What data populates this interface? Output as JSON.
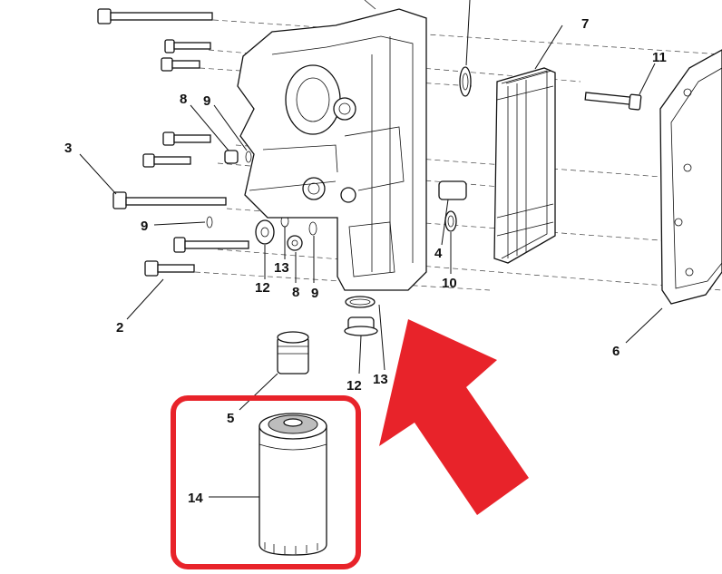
{
  "callouts": {
    "c2": "2",
    "c3": "3",
    "c4": "4",
    "c5": "5",
    "c6": "6",
    "c7": "7",
    "c8a": "8",
    "c8b": "8",
    "c9a": "9",
    "c9b": "9",
    "c9c": "9",
    "c10": "10",
    "c11": "11",
    "c12a": "12",
    "c12b": "12",
    "c13a": "13",
    "c13b": "13",
    "c14": "14"
  },
  "colors": {
    "highlight_box": "#e8232a",
    "arrow": "#e8232a",
    "line_art": "#111111"
  }
}
